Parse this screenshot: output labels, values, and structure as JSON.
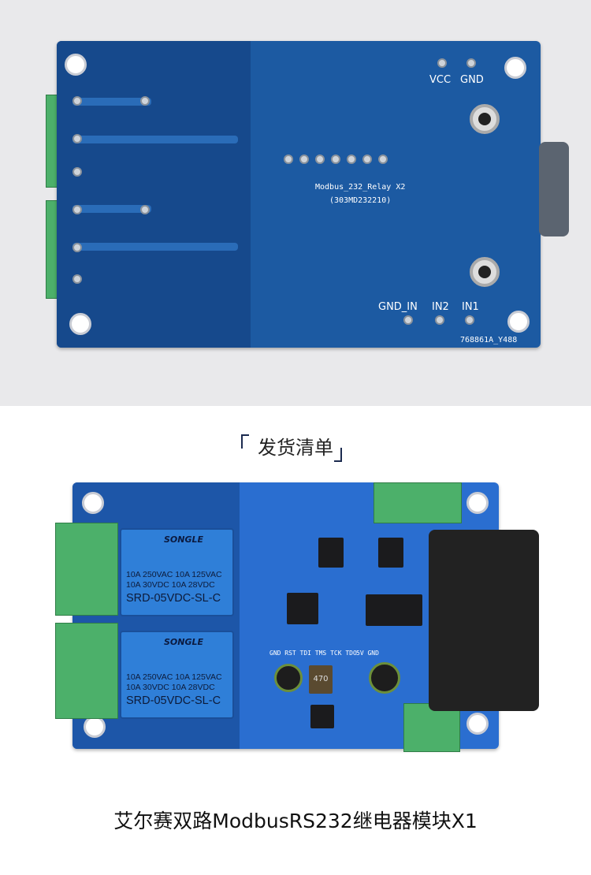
{
  "back_board": {
    "labels": {
      "vcc": "VCC",
      "gnd": "GND",
      "model": "Modbus_232_Relay X2",
      "code": "(303MD232210)",
      "gnd_in": "GND_IN",
      "in2": "IN2",
      "in1": "IN1",
      "serial": "768861A_Y488"
    }
  },
  "section_title": "发货清单",
  "front_board": {
    "relays": [
      {
        "brand": "SONGLE",
        "spec_line1": "10A 250VAC  10A 125VAC",
        "spec_line2": "10A  30VDC  10A  28VDC",
        "model": "SRD-05VDC-SL-C"
      },
      {
        "brand": "SONGLE",
        "spec_line1": "10A 250VAC  10A 125VAC",
        "spec_line2": "10A  30VDC  10A  28VDC",
        "model": "SRD-05VDC-SL-C"
      }
    ],
    "header_label": "GND RST TDI TMS TCK TDO",
    "power_label": "5V GND",
    "inductor": "470"
  },
  "caption": "艾尔赛双路ModbusRS232继电器模块X1",
  "colors": {
    "pcb_blue": "#1f5fa8",
    "terminal_green": "#4cb06a",
    "background_grey": "#e9e9eb"
  }
}
